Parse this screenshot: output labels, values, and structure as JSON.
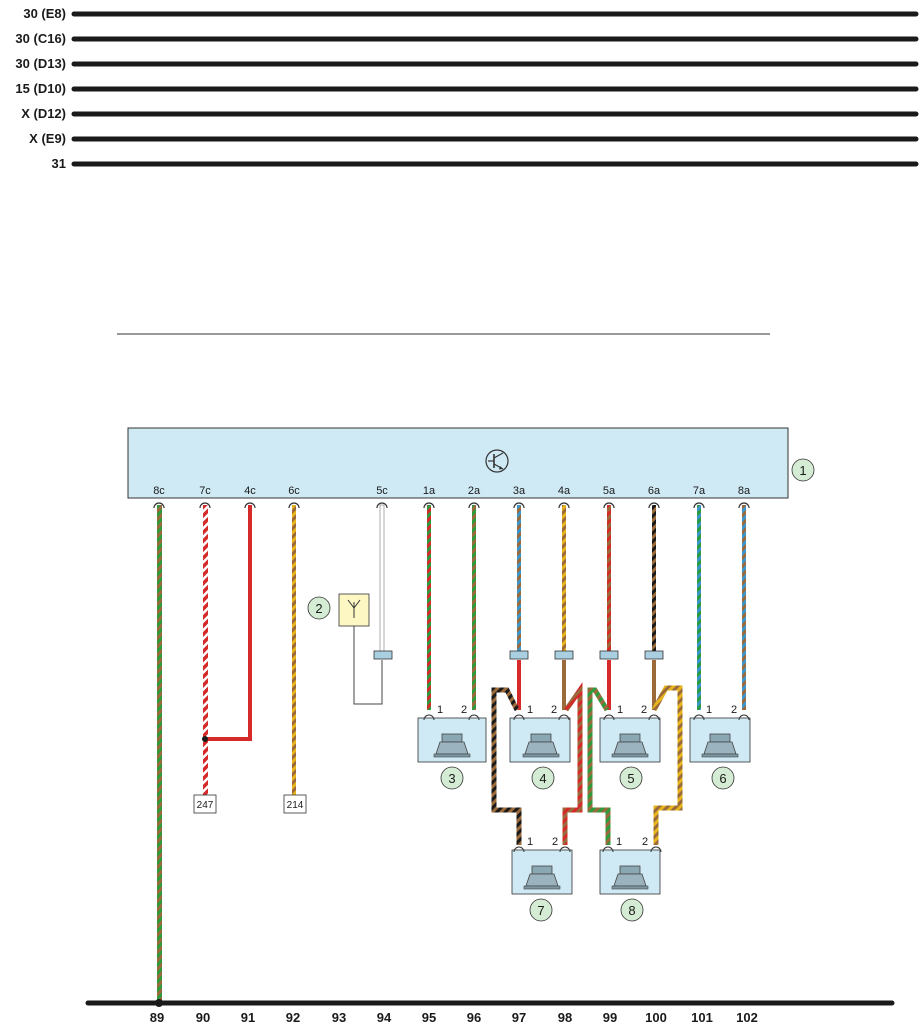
{
  "rails": [
    {
      "label": "30 (E8)"
    },
    {
      "label": "30 (C16)"
    },
    {
      "label": "30 (D13)"
    },
    {
      "label": "15 (D10)"
    },
    {
      "label": "X (D12)"
    },
    {
      "label": "X (E9)"
    },
    {
      "label": "31"
    }
  ],
  "module": {
    "callout": "1",
    "pins": [
      "8c",
      "7c",
      "4c",
      "6c",
      "5c",
      "1a",
      "2a",
      "3a",
      "4a",
      "5a",
      "6a",
      "7a",
      "8a"
    ]
  },
  "antenna": {
    "callout": "2"
  },
  "speakers": [
    {
      "callout": "3",
      "pin1": "1",
      "pin2": "2"
    },
    {
      "callout": "4",
      "pin1": "1",
      "pin2": "2"
    },
    {
      "callout": "5",
      "pin1": "1",
      "pin2": "2"
    },
    {
      "callout": "6",
      "pin1": "1",
      "pin2": "2"
    },
    {
      "callout": "7",
      "pin1": "1",
      "pin2": "2"
    },
    {
      "callout": "8",
      "pin1": "1",
      "pin2": "2"
    }
  ],
  "references": [
    "247",
    "214"
  ],
  "columns": [
    "89",
    "90",
    "91",
    "92",
    "93",
    "94",
    "95",
    "96",
    "97",
    "98",
    "99",
    "100",
    "101",
    "102"
  ],
  "colors": {
    "module_fill": "#cfeaf5",
    "speaker_fill": "#cfeaf5",
    "callout_fill": "#d5ecd4",
    "antenna_fill": "#fdf7c4",
    "wire_red": "#d42a2a",
    "wire_green": "#2e9a3e",
    "wire_brown": "#9a6a3a",
    "wire_blue": "#3a96cc",
    "wire_yellow": "#e8b41c",
    "wire_black": "#1a1a1a",
    "wire_white": "#ffffff"
  }
}
